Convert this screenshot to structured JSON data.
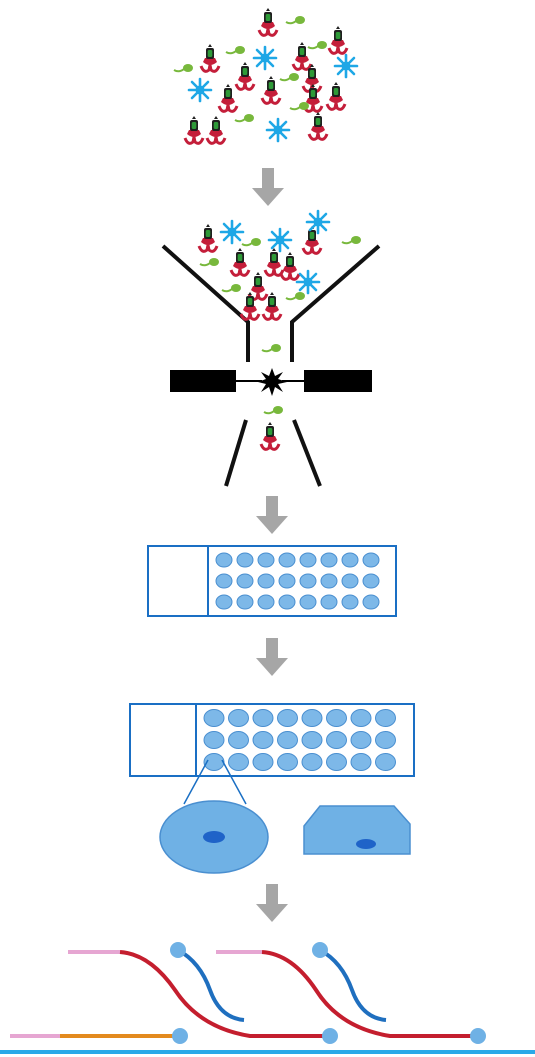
{
  "colors": {
    "background": "#ffffff",
    "arrow": "#a6a6a6",
    "cell_body": "#c41e3a",
    "cell_head": "#2e9a38",
    "cell_head_dark": "#1f1f1f",
    "sperm": "#78b83c",
    "snowflake": "#1ea7e6",
    "plate_outline": "#1a6fc4",
    "well_fill": "#7db8e8",
    "well_stroke": "#4a8fd0",
    "enlarged_cell": "#6fb1e5",
    "nucleus": "#1f63c8",
    "funnel": "#111111",
    "nozzle": "#000000",
    "read_pink": "#e6a6d2",
    "read_orange": "#e38a1e",
    "read_red": "#c41e2e",
    "read_blue": "#1f6fbf",
    "bead": "#6fb1e5",
    "surface": "#2aa9e8"
  },
  "icons": {
    "flow_arrow": "down-arrow-icon",
    "cell_a": "red-cell-icon",
    "cell_b": "sperm-icon",
    "cell_c": "snowflake-cell-icon",
    "sort_laser": "laser-spark-icon"
  },
  "diagram": {
    "steps": [
      "mixed-cell-population",
      "flow-sorting",
      "plate-deposition",
      "single-cell-isolation",
      "sequencing-reads"
    ],
    "plates": [
      {
        "rows": 3,
        "columns": 8
      },
      {
        "rows": 3,
        "columns": 8
      }
    ]
  }
}
